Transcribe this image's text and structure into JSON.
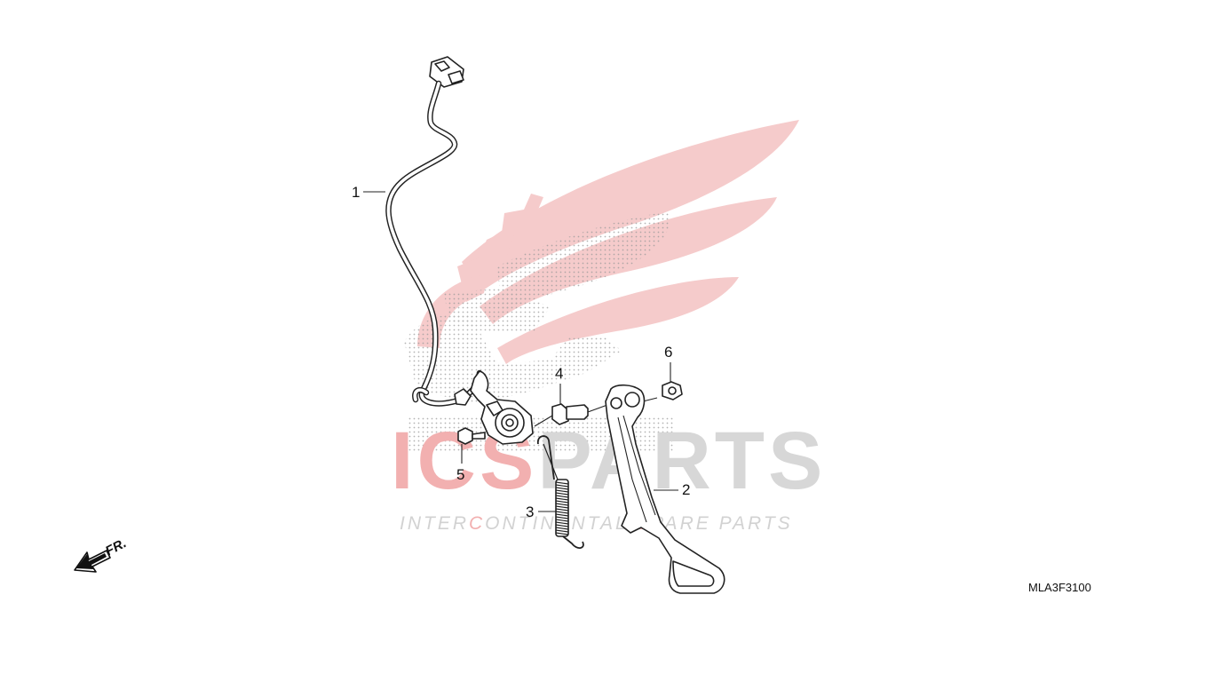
{
  "watermark": {
    "brand_left": "ICS",
    "brand_right": "PARTS",
    "tagline_parts": [
      "INTER",
      "C",
      "ONTINENTAL ",
      "S",
      "PARE PARTS"
    ],
    "colors": {
      "red": "#f2b3b3",
      "grey": "#d5d5d5",
      "dots": "#9a9a9a"
    }
  },
  "callouts": [
    {
      "id": "1",
      "label": "1"
    },
    {
      "id": "2",
      "label": "2"
    },
    {
      "id": "3",
      "label": "3"
    },
    {
      "id": "4",
      "label": "4"
    },
    {
      "id": "5",
      "label": "5"
    },
    {
      "id": "6",
      "label": "6"
    }
  ],
  "front_indicator": {
    "label": "FR.",
    "icon": "arrow-down-left-icon"
  },
  "diagram_code": "MLA3F3100"
}
